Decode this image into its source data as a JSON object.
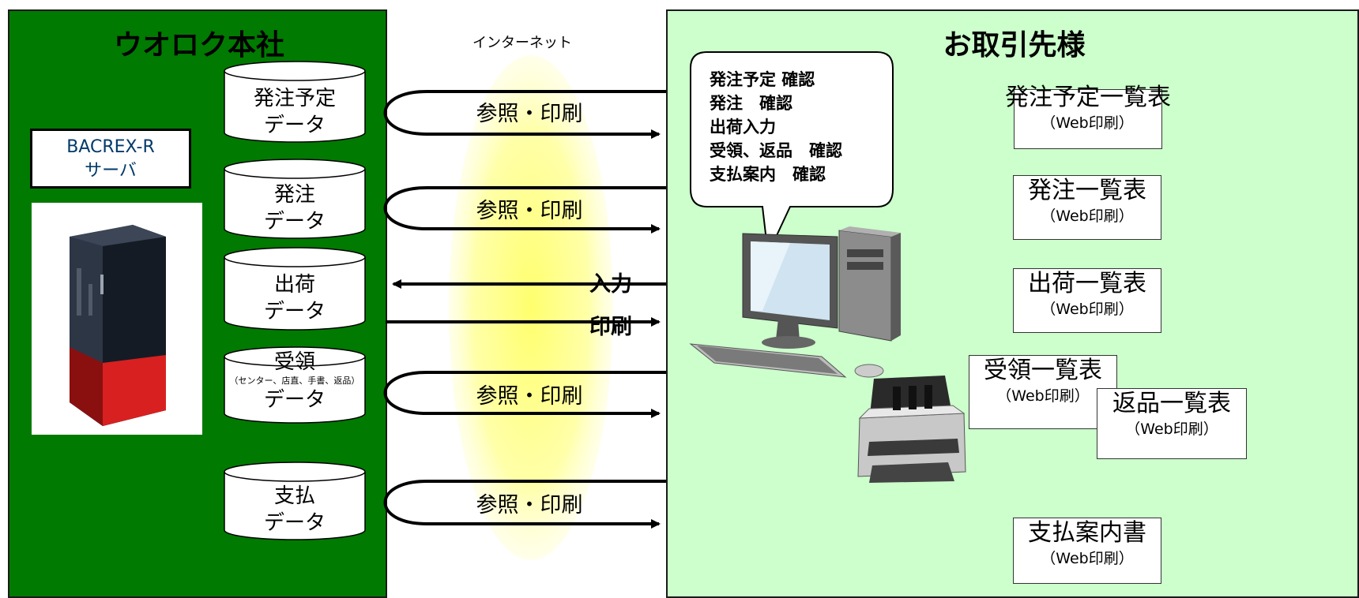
{
  "left_panel": {
    "title": "ウオロク本社"
  },
  "right_panel": {
    "title": "お取引先様"
  },
  "server": {
    "line1": "BACREX-R",
    "line2": "サーバ",
    "image_icon": "server-tower-icon"
  },
  "internet_label": "インターネット",
  "databases": [
    {
      "line1": "発注予定",
      "line2": "データ"
    },
    {
      "line1": "発注",
      "line2": "データ"
    },
    {
      "line1": "出荷",
      "line2": "データ"
    },
    {
      "line1": "受領",
      "note": "（センター、店直、手書、返品）",
      "line2": "データ"
    },
    {
      "line1": "支払",
      "line2": "データ"
    }
  ],
  "flows": [
    {
      "label": "参照・印刷"
    },
    {
      "label": "参照・印刷"
    },
    {
      "input_label": "入力",
      "print_label": "印刷"
    },
    {
      "label": "参照・印刷"
    },
    {
      "label": "参照・印刷"
    }
  ],
  "bubble": {
    "lines": [
      "発注予定 確認",
      "発注　確認",
      "出荷入力",
      "受領、返品　確認",
      "支払案内　確認"
    ]
  },
  "documents": [
    {
      "title": "発注予定一覧表",
      "sub": "（Web印刷）"
    },
    {
      "title": "発注一覧表",
      "sub": "（Web印刷）"
    },
    {
      "title": "出荷一覧表",
      "sub": "（Web印刷）"
    },
    {
      "title": "受領一覧表",
      "sub": "（Web印刷）"
    },
    {
      "title": "返品一覧表",
      "sub": "（Web印刷）"
    },
    {
      "title": "支払案内書",
      "sub": "（Web印刷）"
    }
  ],
  "icons": {
    "computer": "desktop-computer-icon",
    "printer": "printer-icon"
  },
  "colors": {
    "left_bg": "#007a00",
    "right_bg": "#ccffcc",
    "internet_glow": "#ffff99"
  }
}
